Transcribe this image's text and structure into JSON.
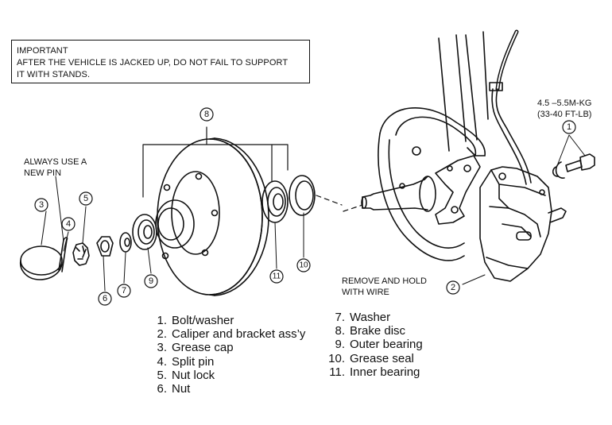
{
  "warning": {
    "line1": "IMPORTANT",
    "line2": "AFTER THE VEHICLE IS JACKED UP, DO NOT FAIL TO SUPPORT",
    "line3": "IT WITH STANDS."
  },
  "notes": {
    "pin_line1": "ALWAYS USE A",
    "pin_line2": "NEW PIN",
    "torque_line1": "4.5 –5.5M-KG",
    "torque_line2": "(33-40 FT-LB)",
    "wire_line1": "REMOVE AND HOLD",
    "wire_line2": "WITH WIRE"
  },
  "callouts": {
    "c1": "1",
    "c2": "2",
    "c3": "3",
    "c4": "4",
    "c5": "5",
    "c6": "6",
    "c7": "7",
    "c8": "8",
    "c9": "9",
    "c10": "10",
    "c11": "11"
  },
  "legend_left": [
    {
      "num": "1.",
      "text": "Bolt/washer"
    },
    {
      "num": "2.",
      "text": "Caliper and bracket ass’y"
    },
    {
      "num": "3.",
      "text": "Grease cap"
    },
    {
      "num": "4.",
      "text": "Split pin"
    },
    {
      "num": "5.",
      "text": "Nut lock"
    },
    {
      "num": "6.",
      "text": "Nut"
    }
  ],
  "legend_right": [
    {
      "num": "7.",
      "text": "Washer"
    },
    {
      "num": "8.",
      "text": "Brake disc"
    },
    {
      "num": "9.",
      "text": "Outer bearing"
    },
    {
      "num": "10.",
      "text": "Grease seal"
    },
    {
      "num": "11.",
      "text": "Inner bearing"
    }
  ]
}
